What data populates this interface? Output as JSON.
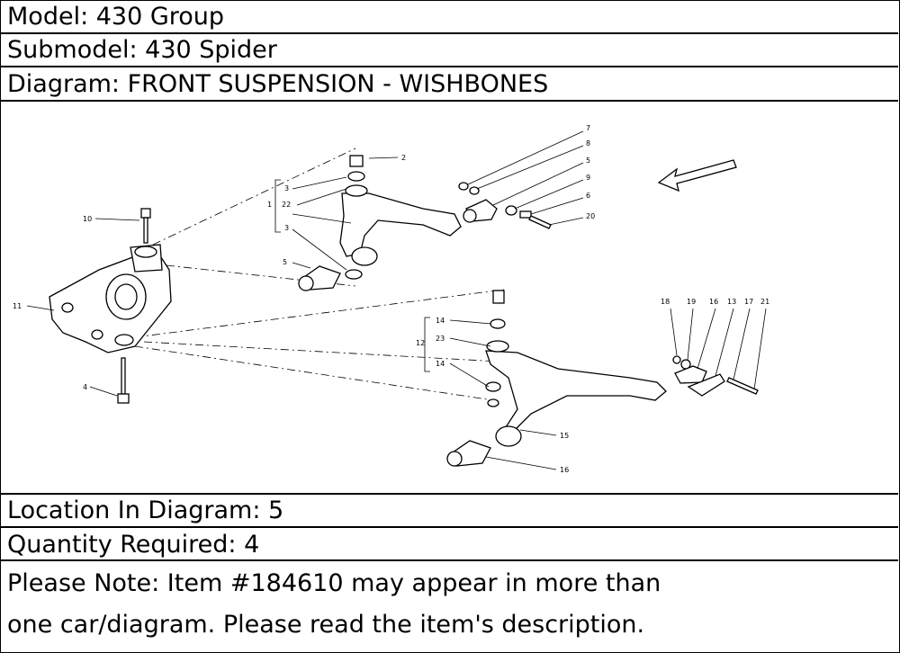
{
  "header": {
    "model": "Model: 430 Group",
    "submodel": "Submodel: 430 Spider",
    "diagram": "Diagram: FRONT SUSPENSION - WISHBONES"
  },
  "diagram": {
    "callouts": {
      "c1": "1",
      "c2": "2",
      "c3a": "3",
      "c3b": "3",
      "c4": "4",
      "c5a": "5",
      "c5b": "5",
      "c6": "6",
      "c7": "7",
      "c8": "8",
      "c9": "9",
      "c10": "10",
      "c11": "11",
      "c12": "12",
      "c13": "13",
      "c14a": "14",
      "c14b": "14",
      "c15": "15",
      "c16a": "16",
      "c16b": "16",
      "c17": "17",
      "c18": "18",
      "c19": "19",
      "c20": "20",
      "c21": "21",
      "c22": "22",
      "c23": "23"
    }
  },
  "footer": {
    "location": "Location In Diagram: 5",
    "quantity": "Quantity Required: 4",
    "note_line1": "Please Note: Item #184610 may appear in more than",
    "note_line2": "one car/diagram. Please read the item's description."
  }
}
